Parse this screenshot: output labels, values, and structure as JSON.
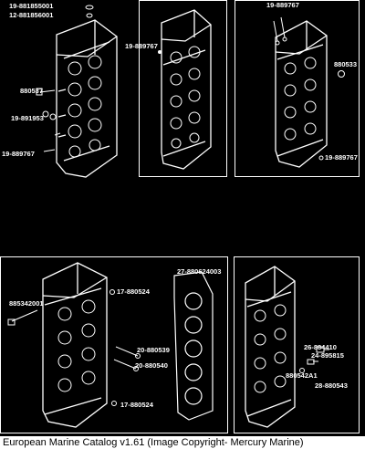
{
  "colors": {
    "background": "#000000",
    "line": "#ffffff",
    "caption_bg": "#ffffff",
    "caption_text": "#000000"
  },
  "panels": {
    "top_left": {
      "labels": [
        "19-881855001",
        "12-881856001",
        "880537",
        "19-891953",
        "19-889767"
      ]
    },
    "top_middle": {
      "labels": [
        "19-889767"
      ]
    },
    "top_right": {
      "labels": [
        "19-889767",
        "880533",
        "19-889767"
      ]
    },
    "bottom_left": {
      "labels": [
        "885342001",
        "17-880524",
        "27-880624003",
        "20-880539",
        "20-880540",
        "17-880524"
      ]
    },
    "bottom_right": {
      "labels": [
        "26-884410",
        "24-895815",
        "880542A1",
        "28-880543"
      ]
    }
  },
  "caption": "European Marine Catalog v1.61 (Image Copyright- Mercury Marine)"
}
